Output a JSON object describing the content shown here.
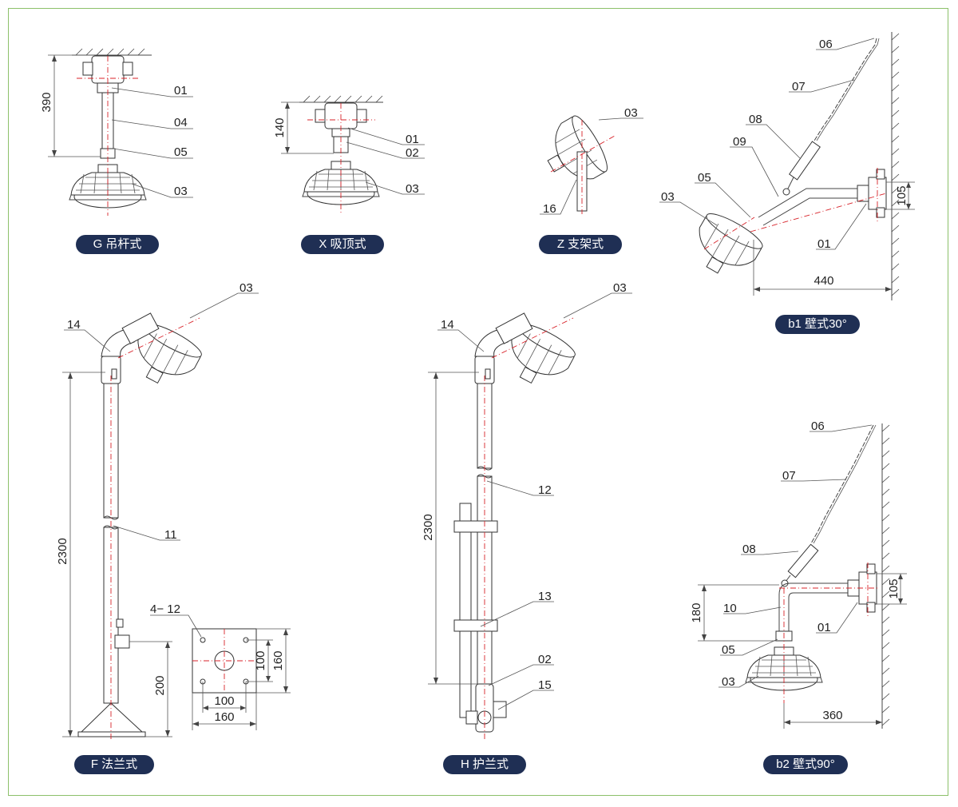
{
  "panels": {
    "G": {
      "caption": "G 吊杆式",
      "dims": [
        "390"
      ],
      "parts": [
        "01",
        "04",
        "05",
        "03"
      ]
    },
    "X": {
      "caption": "X 吸顶式",
      "dims": [
        "140"
      ],
      "parts": [
        "01",
        "02",
        "03"
      ]
    },
    "Z": {
      "caption": "Z 支架式",
      "parts": [
        "03",
        "16"
      ]
    },
    "B1": {
      "caption": "b1 壁式30°",
      "dims": [
        "105",
        "440"
      ],
      "parts": [
        "06",
        "07",
        "08",
        "09",
        "05",
        "03",
        "01"
      ]
    },
    "F": {
      "caption": "F 法兰式",
      "dims": [
        "2300",
        "200",
        "100",
        "160",
        "100",
        "160"
      ],
      "parts": [
        "14",
        "03",
        "11"
      ],
      "flange_note": "4− 12"
    },
    "H": {
      "caption": "H 护兰式",
      "dims": [
        "2300"
      ],
      "parts": [
        "14",
        "03",
        "12",
        "13",
        "02",
        "15"
      ]
    },
    "B2": {
      "caption": "b2 壁式90°",
      "dims": [
        "105",
        "180",
        "360"
      ],
      "parts": [
        "06",
        "07",
        "08",
        "10",
        "01",
        "05",
        "03"
      ]
    }
  },
  "colors": {
    "caption_bg": "#1f2f54",
    "frame": "#8cc06a",
    "centerline": "#d8232a"
  }
}
